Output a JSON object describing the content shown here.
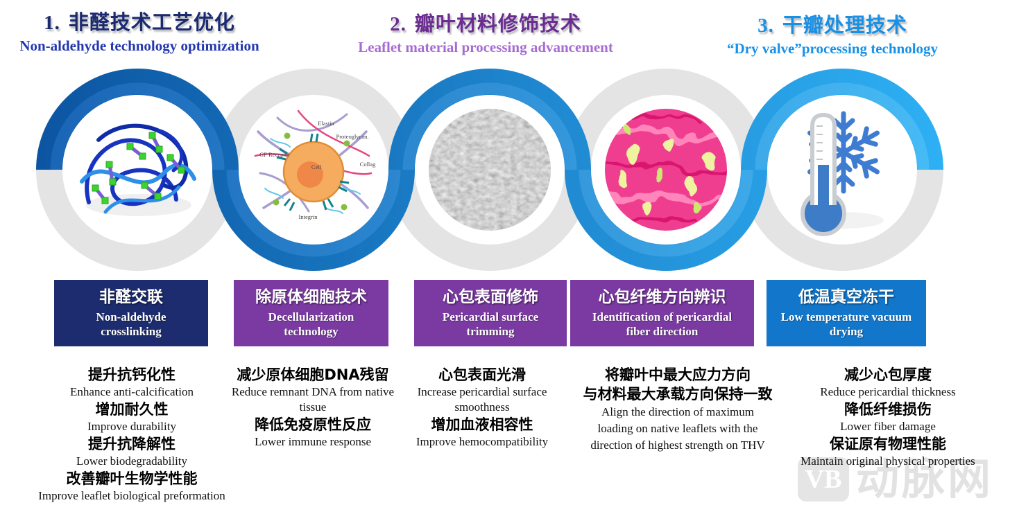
{
  "palette": {
    "ribbon_blue_start": "#0C55A2",
    "ribbon_blue_end": "#2EB0F4",
    "ribbon_gray": "#E4E4E4",
    "box_navy": "#1C2C6E",
    "box_purple": "#7B3AA2",
    "box_blue": "#1277CB",
    "header1_color": "#1B2A70",
    "header2_color": "#6B2D92",
    "header3_color": "#1890E6"
  },
  "headers": [
    {
      "num": "1.",
      "cn": "非醛技术工艺优化",
      "en": "Non-aldehyde technology optimization"
    },
    {
      "num": "2.",
      "cn": "瓣叶材料修饰技术",
      "en": "Leaflet material processing advancement"
    },
    {
      "num": "3.",
      "cn": "干瓣处理技术",
      "en": "“Dry valve”processing technology"
    }
  ],
  "circles": [
    {
      "image": "polymer-crosslink-network"
    },
    {
      "image": "cell-extracellular-matrix",
      "labels": [
        "Elastin",
        "Proteoglycan.",
        "GF Receptor",
        "Cell",
        "Collag",
        "Integrin"
      ]
    },
    {
      "image": "pericardial-surface-sem"
    },
    {
      "image": "pericardial-fiber-histology"
    },
    {
      "image": "thermometer-snowflake"
    }
  ],
  "boxes": [
    {
      "cn": "非醛交联",
      "en": "Non-aldehyde\ncrosslinking"
    },
    {
      "cn": "除原体细胞技术",
      "en": "Decellularization\ntechnology"
    },
    {
      "cn": "心包表面修饰",
      "en": "Pericardial surface\ntrimming"
    },
    {
      "cn": "心包纤维方向辨识",
      "en": "Identification of pericardial\nfiber direction"
    },
    {
      "cn": "低温真空冻干",
      "en": "Low temperature vacuum\ndrying"
    }
  ],
  "benefits": [
    {
      "items": [
        {
          "cn": "提升抗钙化性",
          "en": "Enhance anti-calcification"
        },
        {
          "cn": "增加耐久性",
          "en": "Improve durability"
        },
        {
          "cn": "提升抗降解性",
          "en": "Lower biodegradability"
        },
        {
          "cn": "改善瓣叶生物学性能",
          "en": "Improve leaflet biological preformation"
        }
      ]
    },
    {
      "items": [
        {
          "cn": "减少原体细胞DNA残留",
          "en": "Reduce remnant DNA from native\ntissue"
        },
        {
          "cn": "降低免疫原性反应",
          "en": "Lower immune response"
        }
      ]
    },
    {
      "items": [
        {
          "cn": "心包表面光滑",
          "en": "Increase pericardial surface\nsmoothness"
        },
        {
          "cn": "增加血液相容性",
          "en": "Improve hemocompatibility"
        }
      ]
    },
    {
      "items": [
        {
          "cn": "将瓣叶中最大应力方向\n与材料最大承载方向保持一致",
          "en": "Align the direction of maximum\nloading on native leaflets with the\ndirection of highest strength on THV"
        }
      ]
    },
    {
      "items": [
        {
          "cn": "减少心包厚度",
          "en": "Reduce pericardial thickness"
        },
        {
          "cn": "降低纤维损伤",
          "en": "Lower fiber damage"
        },
        {
          "cn": "保证原有物理性能",
          "en": "Maintain original physical properties"
        }
      ]
    }
  ],
  "watermark": {
    "logo": "VB",
    "text": "动脉网"
  }
}
